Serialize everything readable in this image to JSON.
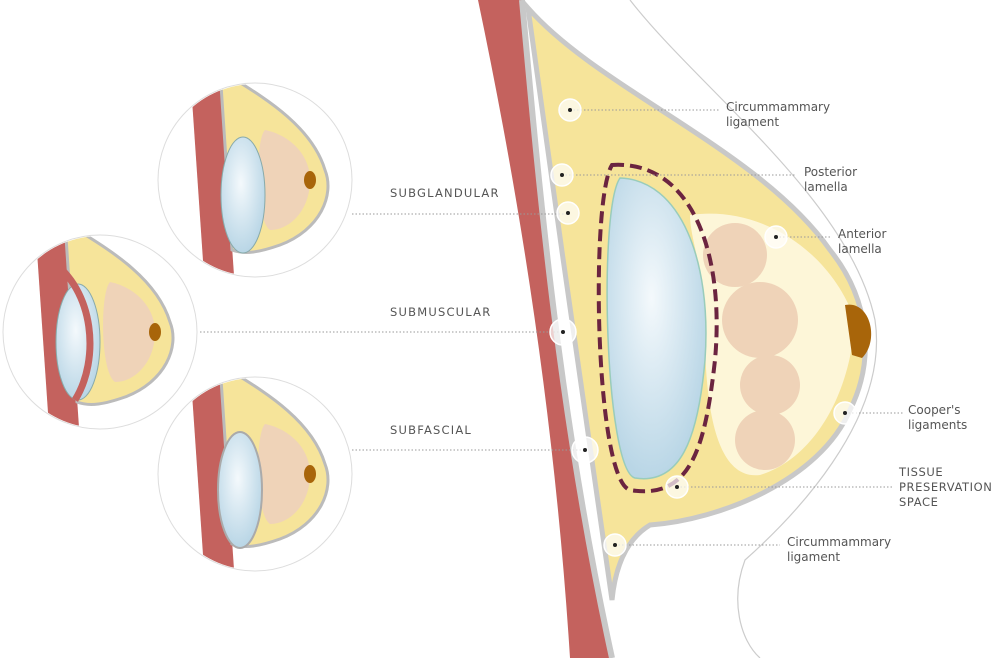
{
  "placements": [
    {
      "label": "SUBGLANDULAR"
    },
    {
      "label": "SUBMUSCULAR"
    },
    {
      "label": "SUBFASCIAL"
    }
  ],
  "annotations": [
    {
      "label": "Circummammary\nligament"
    },
    {
      "label": "Posterior\nlamella"
    },
    {
      "label": "Anterior\nlamella"
    },
    {
      "label": "Cooper's\nligaments"
    },
    {
      "label": "TISSUE\nPRESERVATION\nSPACE"
    },
    {
      "label": "Circummammary\nligament"
    }
  ],
  "colors": {
    "muscle": "#c4625e",
    "fat": "#f6e49a",
    "gland": "#efd3b8",
    "implant": "#cfe3ee",
    "nipple": "#a8650a",
    "fascia": "#c8c8c8"
  }
}
